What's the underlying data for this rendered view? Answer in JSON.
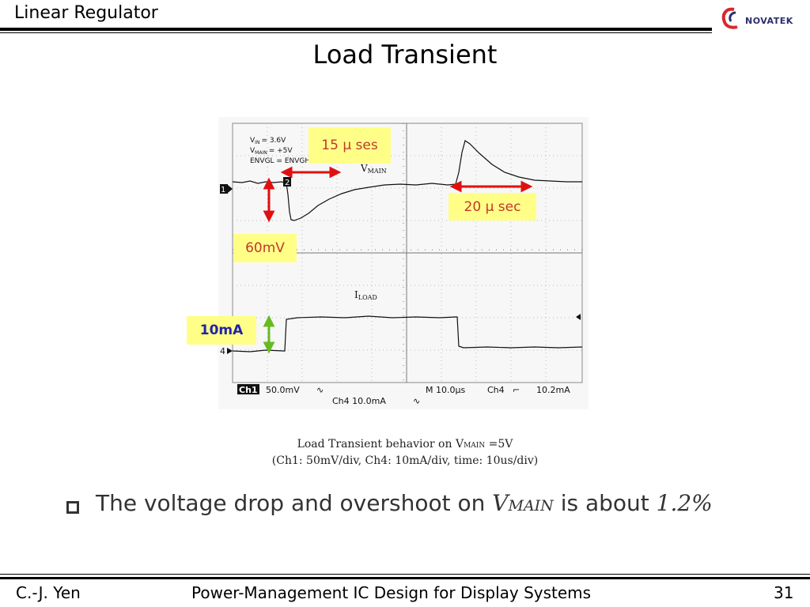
{
  "header": {
    "title": "Linear Regulator",
    "logo_text": "NOVATEK"
  },
  "slide": {
    "title": "Load Transient"
  },
  "scope": {
    "conditions": [
      "V",
      "V",
      "ENVGL = ENVGH = Low"
    ],
    "conditions_sub": [
      "IN",
      "MAIN"
    ],
    "conditions_values": [
      "= 3.6V",
      "= +5V"
    ],
    "trace_label_vmain": "V",
    "trace_label_vmain_sub": "MAIN",
    "trace_label_iload": "I",
    "trace_label_iload_sub": "LOAD",
    "ch1_marker": "1",
    "ch4_marker": "4",
    "marker_2": "2",
    "status_ch1_tag": "Ch1",
    "status_ch1_scale": "50.0mV",
    "status_ch4": "Ch4  10.0mA",
    "status_time": "M 10.0µs",
    "status_trigger_ch": "Ch4",
    "status_trigger_level": "10.2mA",
    "colors": {
      "arrow": "#e01010",
      "arrow_green": "#66bb22"
    }
  },
  "annotations": {
    "t15": "15 μ ses",
    "t20": "20 μ sec",
    "v60": "60mV",
    "i10": "10mA"
  },
  "caption": {
    "line1_pre": "Load Transient behavior on V",
    "line1_sub": "MAIN",
    "line1_post": " =5V",
    "line2": "(Ch1: 50mV/div, Ch4: 10mA/div, time: 10us/div)"
  },
  "bullet": {
    "text_pre": "The voltage drop and overshoot on ",
    "var": "V",
    "var_sub": "MAIN",
    "text_mid": " is about ",
    "value": "1.2%"
  },
  "footer": {
    "author": "C.-J. Yen",
    "course": "Power-Management IC Design for Display Systems",
    "page": "31"
  }
}
